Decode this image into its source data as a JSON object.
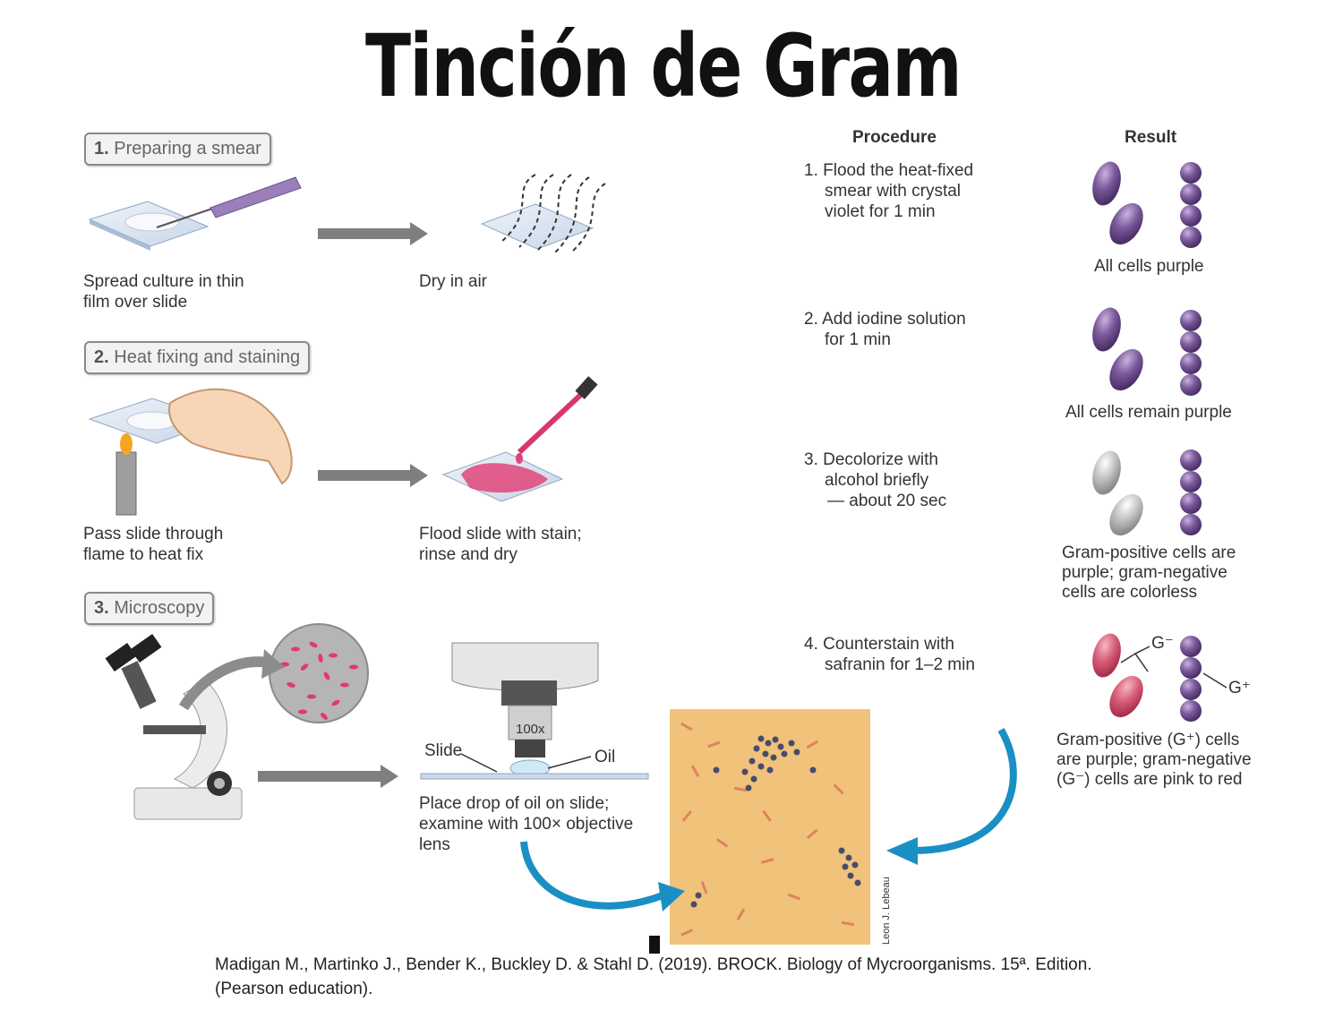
{
  "title": "Tinción de Gram",
  "left": {
    "steps": [
      {
        "num": "1.",
        "label": "Preparing a smear"
      },
      {
        "num": "2.",
        "label": "Heat fixing and staining"
      },
      {
        "num": "3.",
        "label": "Microscopy"
      }
    ],
    "captions": {
      "spread": [
        "Spread culture in thin",
        "film over slide"
      ],
      "dry": [
        "Dry in air"
      ],
      "pass": [
        "Pass slide through",
        "flame to heat fix"
      ],
      "flood": [
        "Flood slide with stain;",
        "rinse and dry"
      ],
      "oil": [
        "Place drop of oil on slide;",
        "examine with 100× objective",
        "lens"
      ]
    },
    "labels": {
      "slide": "Slide",
      "oil": "Oil",
      "objective": "100x"
    },
    "photo_credit": "Leon J. Lebeau"
  },
  "right": {
    "procedure_header": "Procedure",
    "result_header": "Result",
    "procedures": [
      {
        "num": "1.",
        "lines": [
          "Flood the heat-fixed",
          "smear with crystal",
          "violet for 1 min"
        ]
      },
      {
        "num": "2.",
        "lines": [
          "Add iodine solution",
          "for 1 min"
        ]
      },
      {
        "num": "3.",
        "lines": [
          "Decolorize with",
          "alcohol briefly",
          "— about 20 sec"
        ]
      },
      {
        "num": "4.",
        "lines": [
          "Counterstain with",
          "safranin for 1–2 min"
        ]
      }
    ],
    "results": [
      [
        "All cells purple"
      ],
      [
        "All cells remain purple"
      ],
      [
        "Gram-positive cells are",
        "purple; gram-negative",
        "cells are colorless"
      ],
      [
        "Gram-positive (G⁺) cells",
        "are purple; gram-negative",
        "(G⁻) cells are pink to red"
      ]
    ],
    "gneg_label": "G⁻",
    "gpos_label": "G⁺"
  },
  "reference": [
    "Madigan M., Martinko J., Bender K., Buckley D. & Stahl D. (2019). BROCK. Biology of Mycroorganisms. 15ª. Edition.",
    "(Pearson education)."
  ],
  "colors": {
    "purple": "#7b5a9c",
    "gray": "#bdbdbd",
    "pink": "#d9607a",
    "arrow_gray": "#7f7f7f",
    "arrow_blue": "#1a8fc4",
    "photo_bg": "#f0c27a"
  }
}
